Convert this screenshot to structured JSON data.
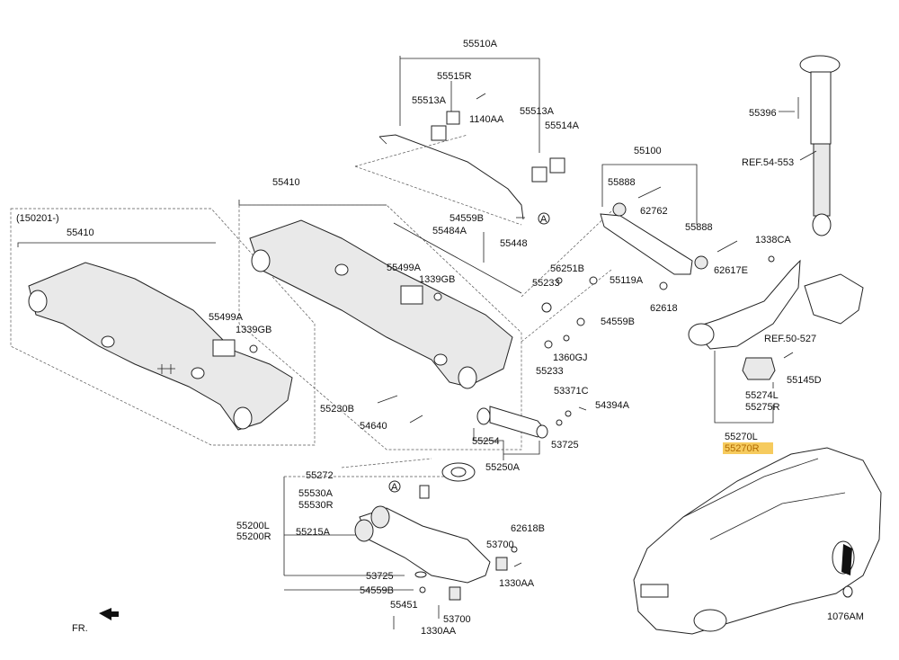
{
  "labels": {
    "p55510A": "55510A",
    "p55515R": "55515R",
    "p55513A_l": "55513A",
    "p1140AA": "1140AA",
    "p55513A_r": "55513A",
    "p55514A": "55514A",
    "p55100": "55100",
    "p55888_t": "55888",
    "p62762": "62762",
    "p55888_b": "55888",
    "p62617E": "62617E",
    "p62618": "62618",
    "p55396": "55396",
    "ref54553": "REF.54-553",
    "p1338CA": "1338CA",
    "ref50527": "REF.50-527",
    "p55145D": "55145D",
    "p55274L": "55274L",
    "p55275R": "55275R",
    "p55270L": "55270L",
    "p55270R": "55270R",
    "p55410_c": "55410",
    "p150201": "(150201-)",
    "p55410_l": "55410",
    "p55499A_l": "55499A",
    "p1339GB_l": "1339GB",
    "p55499A_c": "55499A",
    "p1339GB_c": "1339GB",
    "p54559B_t": "54559B",
    "circleA_t": "A",
    "p55484A": "55484A",
    "p55448": "55448",
    "p56251B": "56251B",
    "p55233_t": "55233",
    "p55119A": "55119A",
    "p54559B_m": "54559B",
    "p1360GJ": "1360GJ",
    "p55233_b": "55233",
    "p53371C": "53371C",
    "p54394A": "54394A",
    "p55230B": "55230B",
    "p54640": "54640",
    "p55254": "55254",
    "p53725_m": "53725",
    "p55250A": "55250A",
    "p55272": "55272",
    "circleA_b": "A",
    "p55530A": "55530A",
    "p55530R": "55530R",
    "p55200L": "55200L",
    "p55200R": "55200R",
    "p55215A": "55215A",
    "p62618B": "62618B",
    "p53700_t": "53700",
    "p53725_b": "53725",
    "p1330AA_r": "1330AA",
    "p54559B_b": "54559B",
    "p55451": "55451",
    "p53700_b": "53700",
    "p1330AA_b": "1330AA",
    "p1076AM": "1076AM",
    "fr": "FR."
  },
  "colors": {
    "highlight": "#f5c242",
    "line": "#222222",
    "text": "#111111"
  }
}
